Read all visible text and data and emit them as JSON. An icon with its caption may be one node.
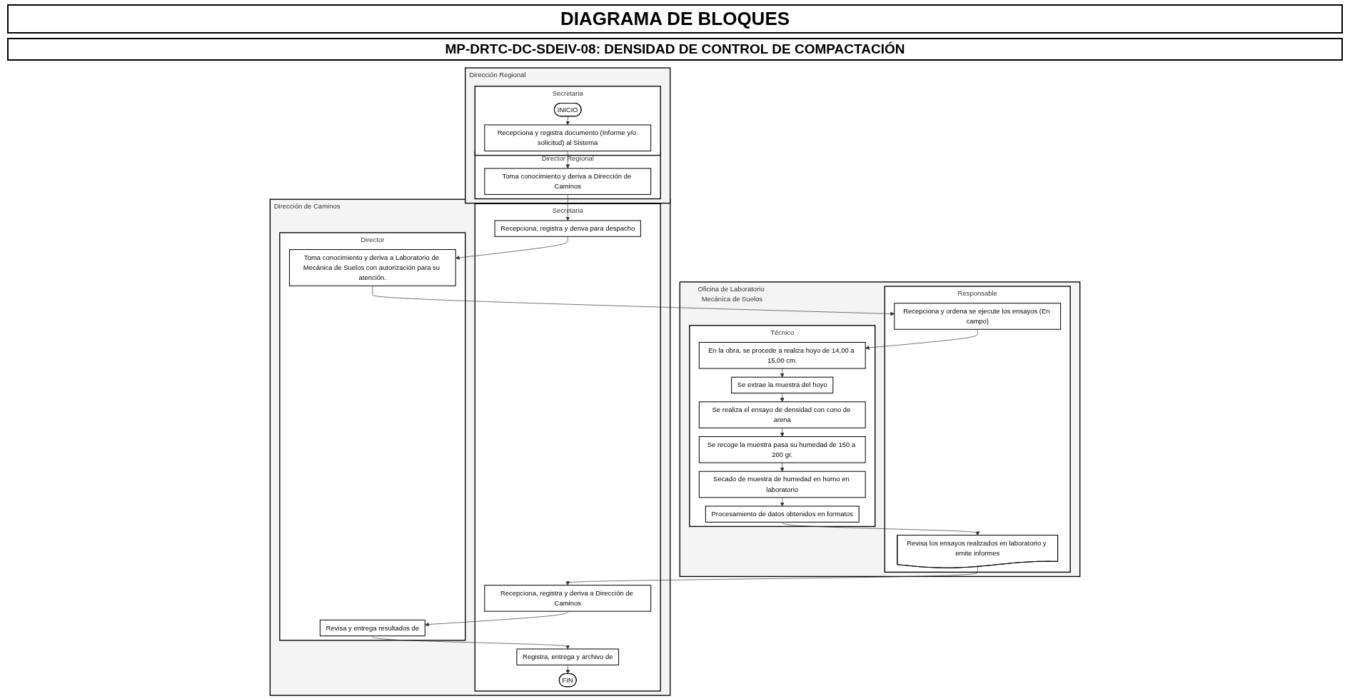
{
  "diagram": {
    "title": "DIAGRAMA DE BLOQUES",
    "nodes": [
      {
        "text": [
          "Dirección Regional"
        ]
      },
      {
        "text": [
          "Secretaria"
        ],
        "in": 0
      },
      {
        "text": [
          "Director Regional"
        ],
        "in": 0
      },
      {
        "text": [
          "Dirección de Caminos"
        ]
      },
      {
        "text": [
          "Secretaria"
        ],
        "in": 3
      },
      {
        "text": [
          "Director"
        ],
        "in": 3
      },
      {
        "text": [
          "Oficina de Laboratorio Mecánica de Suelos"
        ]
      },
      {
        "text": [
          "Responsable"
        ],
        "in": 6
      },
      {
        "text": [
          "Técnico"
        ],
        "in": 6
      },
      {
        "text": [
          "INICIO"
        ],
        "in": 1
      },
      {
        "text": [
          "Recepciona y registra documento (Informe y/o solicitud) al Sistema"
        ],
        "in": 1
      },
      {
        "text": [
          "Toma conocimiento y deriva a Dirección de Caminos"
        ],
        "in": 2
      },
      {
        "text": [
          "Recepciona, registra y deriva para despacho"
        ],
        "in": 4
      },
      {
        "text": [
          "Toma conocimiento y deriva a Laboratorio de Mecánica de Suelos con autorización para su atención."
        ],
        "in": 5
      },
      {
        "text": [
          "Recepciona y ordena se ejecute los ensayos (En campo)"
        ],
        "in": 7
      },
      {
        "text": [
          "En la obra, se procede a realiza hoyo de 14,00 a 15,00 cm."
        ],
        "in": 8
      },
      {
        "text": [
          "Se extrae la muestra del hoyo"
        ],
        "in": 8
      },
      {
        "text": [
          "Se realiza el ensayo de densidad con cono de arena"
        ],
        "in": 8
      },
      {
        "text": [
          "Se recoge la muestra pasa su humedad de 150 a 200 gr."
        ],
        "in": 8
      },
      {
        "text": [
          "Secado de muestra de humedad en horno en laboratorio"
        ],
        "in": 8
      },
      {
        "text": [
          "Procesamiento de datos obtenidos en formatos"
        ],
        "in": 8
      },
      {
        "text": [
          "Revisa los ensayos realizados en laboratorio y emite informes"
        ],
        "in": 7
      },
      {
        "text": [
          "Recepciona, registra y deriva a Dirección de Caminos"
        ],
        "in": 4
      },
      {
        "text": [
          "Revisa y entrega resultados de"
        ],
        "in": 5
      },
      {
        "text": [
          "Registra, entrega y archivo de"
        ],
        "in": 4
      },
      {
        "text": [
          "FIN"
        ],
        "in": 4
      }
    ],
    "edges": [
      {
        "from": 9,
        "to": 10,
        "arrow": "to"
      },
      {
        "from": 10,
        "to": 11,
        "arrow": "to"
      },
      {
        "from": 11,
        "to": 12,
        "arrow": "to"
      },
      {
        "from": 12,
        "to": 13,
        "arrow": "to"
      },
      {
        "from": 13,
        "to": 14,
        "arrow": "to"
      },
      {
        "from": 14,
        "to": 15,
        "arrow": "to"
      },
      {
        "from": 15,
        "to": 16,
        "arrow": "to"
      },
      {
        "from": 16,
        "to": 17,
        "arrow": "to"
      },
      {
        "from": 17,
        "to": 18,
        "arrow": "to"
      },
      {
        "from": 18,
        "to": 19,
        "arrow": "to"
      },
      {
        "from": 19,
        "to": 20,
        "arrow": "to"
      },
      {
        "from": 20,
        "to": 21,
        "arrow": "to"
      },
      {
        "from": 21,
        "to": 22,
        "arrow": "to"
      },
      {
        "from": 22,
        "to": 23,
        "arrow": "to"
      },
      {
        "from": 23,
        "to": 24,
        "arrow": "to"
      },
      {
        "from": 24,
        "to": 25,
        "arrow": "to"
      }
    ],
    "labels": [
      "MP-DRTC-DC-SDEIV-08: DENSIDAD DE CONTROL DE COMPACTACIÓN"
    ]
  }
}
